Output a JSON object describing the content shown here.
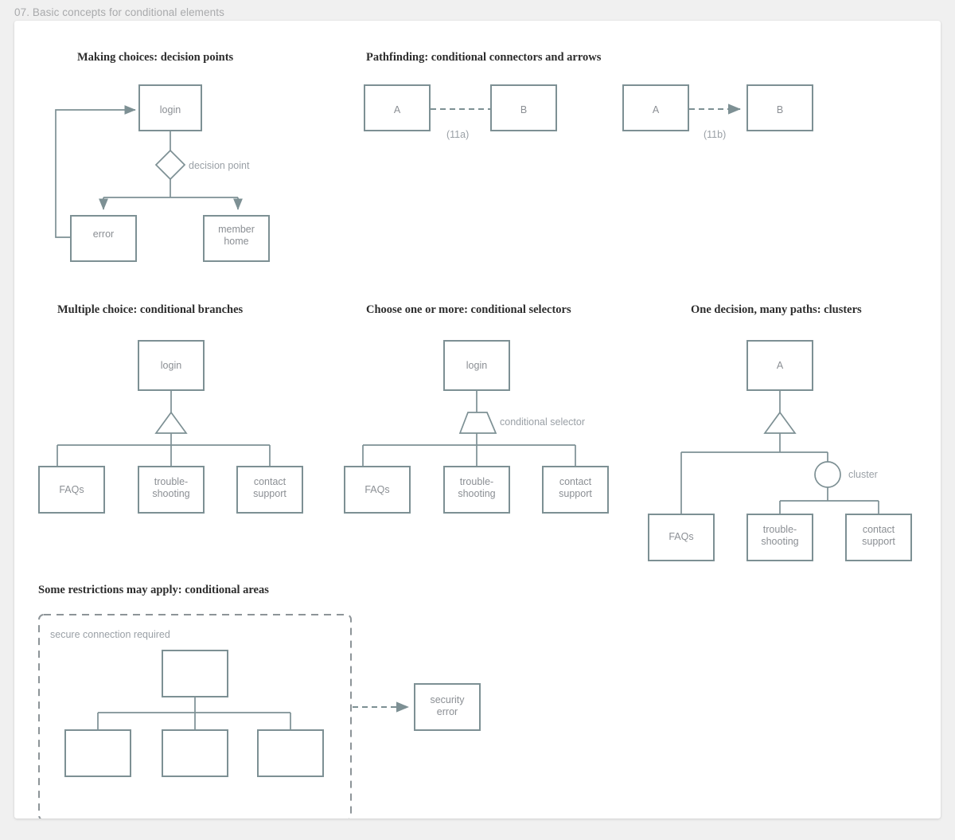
{
  "page": {
    "title": "07. Basic concepts for conditional elements",
    "background": "#f0f0f0",
    "card_background": "#ffffff"
  },
  "colors": {
    "stroke": "#7d9094",
    "node_text": "#8b8f94",
    "annotation_text": "#9aa0a6",
    "section_title": "#2d2d2d",
    "page_title": "#a9aaac",
    "dashed_area": "#8d9498"
  },
  "sections": [
    {
      "id": "decision-points",
      "title": "Making choices: decision points",
      "nodes": [
        {
          "id": "login",
          "label": "login"
        },
        {
          "id": "error",
          "label": "error"
        },
        {
          "id": "member-home",
          "label": "member\nhome",
          "line1": "member",
          "line2": "home"
        }
      ],
      "shapes": [
        {
          "id": "diamond",
          "kind": "diamond",
          "annotation": "decision point"
        }
      ]
    },
    {
      "id": "pathfinding",
      "title": "Pathfinding: conditional connectors and arrows",
      "pairs": [
        {
          "id": "11a",
          "from": "A",
          "to": "B",
          "caption": "(11a)",
          "arrow": false
        },
        {
          "id": "11b",
          "from": "A",
          "to": "B",
          "caption": "(11b)",
          "arrow": true
        }
      ]
    },
    {
      "id": "conditional-branches",
      "title": "Multiple choice: conditional branches",
      "root": "login",
      "marker": {
        "kind": "triangle"
      },
      "children": [
        {
          "label": "FAQs"
        },
        {
          "line1": "trouble-",
          "line2": "shooting"
        },
        {
          "line1": "contact",
          "line2": "support"
        }
      ]
    },
    {
      "id": "conditional-selectors",
      "title": "Choose one or more: conditional selectors",
      "root": "login",
      "marker": {
        "kind": "trapezoid",
        "annotation": "conditional selector"
      },
      "children": [
        {
          "label": "FAQs"
        },
        {
          "line1": "trouble-",
          "line2": "shooting"
        },
        {
          "line1": "contact",
          "line2": "support"
        }
      ]
    },
    {
      "id": "clusters",
      "title": "One decision, many paths: clusters",
      "root": "A",
      "marker": {
        "kind": "triangle"
      },
      "cluster": {
        "kind": "circle",
        "annotation": "cluster"
      },
      "children": [
        {
          "label": "FAQs"
        },
        {
          "line1": "trouble-",
          "line2": "shooting"
        },
        {
          "line1": "contact",
          "line2": "support"
        }
      ]
    },
    {
      "id": "conditional-areas",
      "title": "Some restrictions may apply: conditional areas",
      "area_label": "secure connection required",
      "nodes": [
        {
          "id": "area-root",
          "label": ""
        },
        {
          "id": "area-child-1",
          "label": ""
        },
        {
          "id": "area-child-2",
          "label": ""
        },
        {
          "id": "area-child-3",
          "label": ""
        }
      ],
      "target": {
        "line1": "security",
        "line2": "error"
      }
    }
  ]
}
